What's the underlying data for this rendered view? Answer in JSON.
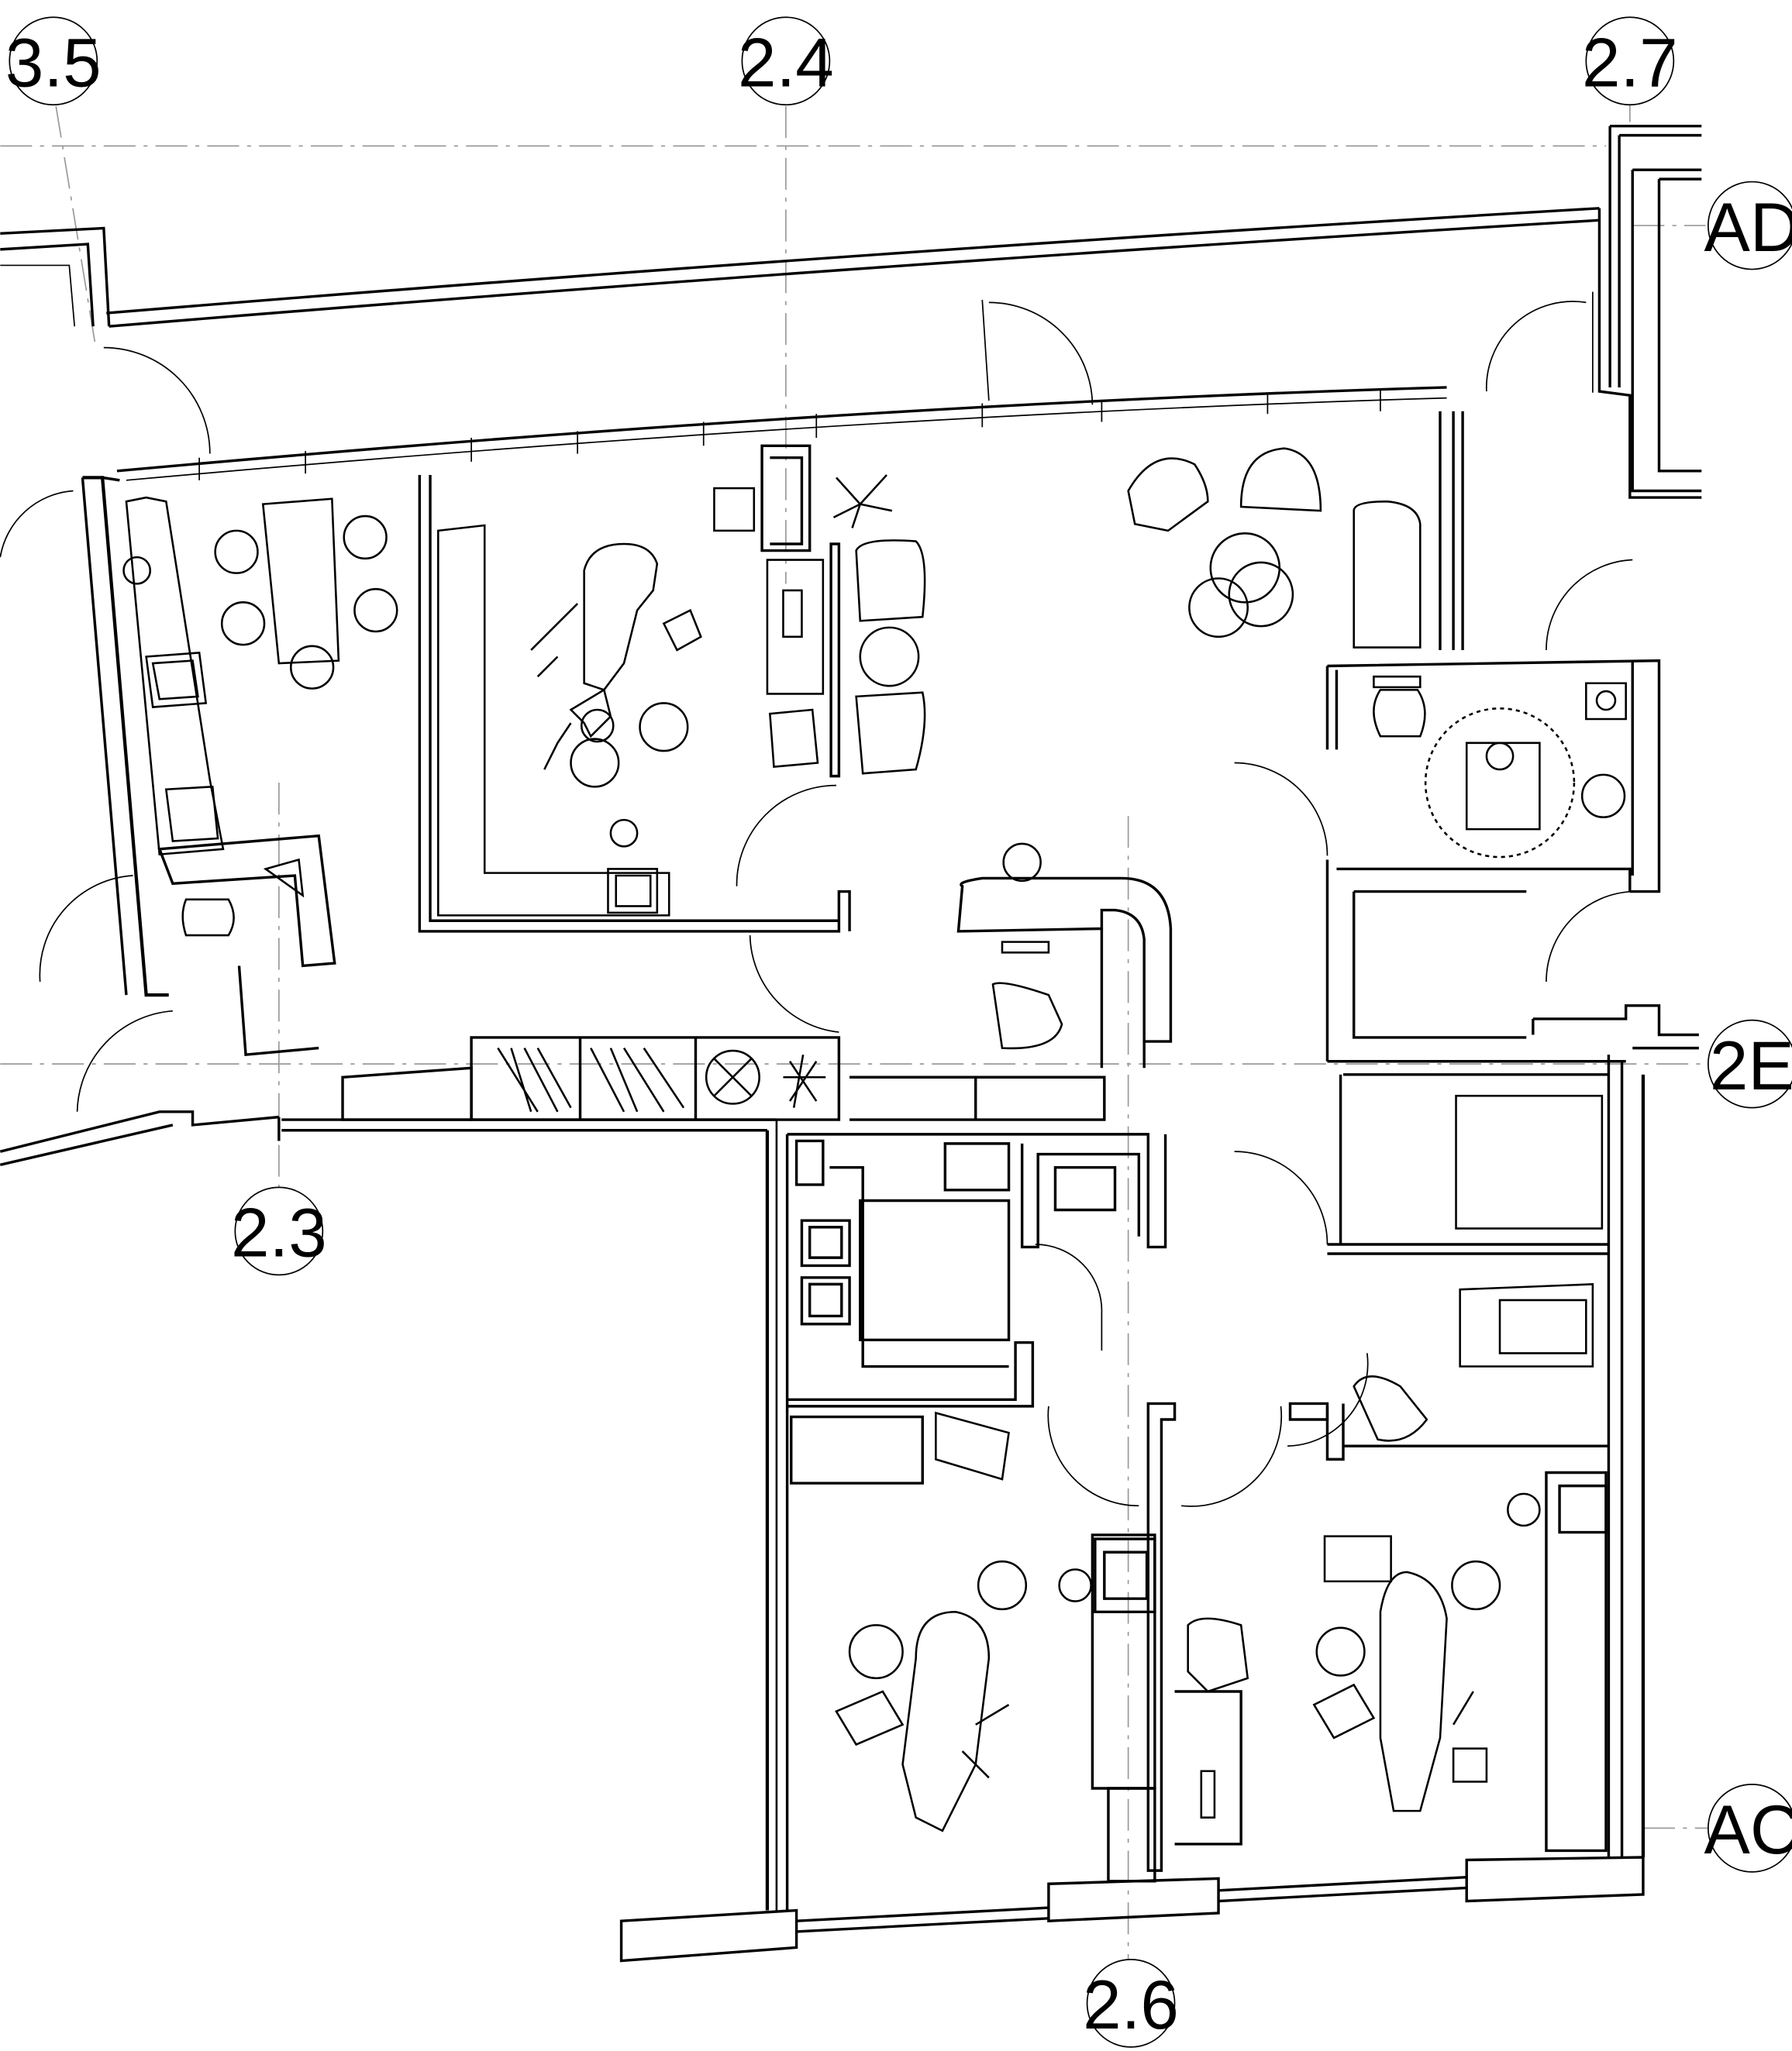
{
  "drawing": {
    "grid_lines": {
      "vertical": [
        "3.5",
        "2.4",
        "2.7",
        "2.3",
        "2.6"
      ],
      "horizontal": [
        "AD",
        "2E",
        "AC"
      ]
    },
    "colors": {
      "ink": "#000000",
      "paper": "#ffffff",
      "grid": "#9a9a9a"
    }
  }
}
